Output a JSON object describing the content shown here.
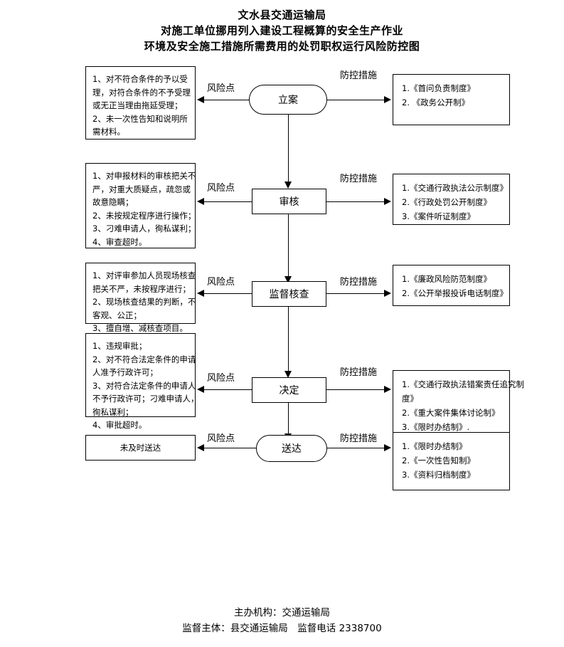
{
  "title": {
    "line1": "文水县交通运输局",
    "line2": "对施工单位挪用列入建设工程概算的安全生产作业",
    "line3": "环境及安全施工措施所需费用的处罚职权运行风险防控图"
  },
  "labels": {
    "risk_point": "风险点",
    "control_measure": "防控措施"
  },
  "rows": [
    {
      "node": "立案",
      "node_shape": "stadium",
      "risk_lines": [
        "1、对不符合条件的予以受",
        "理，对符合条件的不予受理",
        "或无正当理由拖延受理；",
        "2、未一次性告知和说明所",
        "需材料。"
      ],
      "measure_lines": [
        "1.《首问负责制度》",
        "2. 《政务公开制》"
      ]
    },
    {
      "node": "审核",
      "node_shape": "rect",
      "risk_lines": [
        "1、对申报材料的审核把关不",
        "严，对重大质疑点，疏忽或",
        "故意隐瞒；",
        "2、未按规定程序进行操作；",
        "3、刁难申请人，徇私谋利；",
        "4、审查超时。"
      ],
      "measure_lines": [
        "1.《交通行政执法公示制度》",
        "2.《行政处罚公开制度》",
        "3.《案件听证制度》"
      ]
    },
    {
      "node": "监督核查",
      "node_shape": "rect",
      "risk_lines": [
        "1、对评审参加人员现场核查",
        "把关不严，未按程序进行；",
        "2、现场核查结果的判断，不",
        "客观、公正；",
        "3、擅自增、减核查项目。"
      ],
      "measure_lines": [
        "1.《廉政风险防范制度》",
        "2.《公开举报投诉电话制度》"
      ]
    },
    {
      "node": "决定",
      "node_shape": "rect",
      "risk_lines": [
        "1、违规审批；",
        "2、对不符合法定条件的申请",
        "人准予行政许可；",
        "3、对符合法定条件的申请人",
        "不予行政许可；刁难申请人，",
        "徇私谋利；",
        "4、审批超时。"
      ],
      "measure_lines": [
        "1.《交通行政执法错案责任追究制",
        "度》",
        "2.《重大案件集体讨论制》",
        "3.《限时办结制》."
      ]
    },
    {
      "node": "送达",
      "node_shape": "stadium",
      "risk_lines": [
        "未及时送达"
      ],
      "measure_lines": [
        "1.《限时办结制》",
        "2.《一次性告知制》",
        "3.《资料归档制度》"
      ]
    }
  ],
  "footer": {
    "line1": "主办机构：交通运输局",
    "line2": "监督主体：县交通运输局　监督电话  2338700"
  }
}
